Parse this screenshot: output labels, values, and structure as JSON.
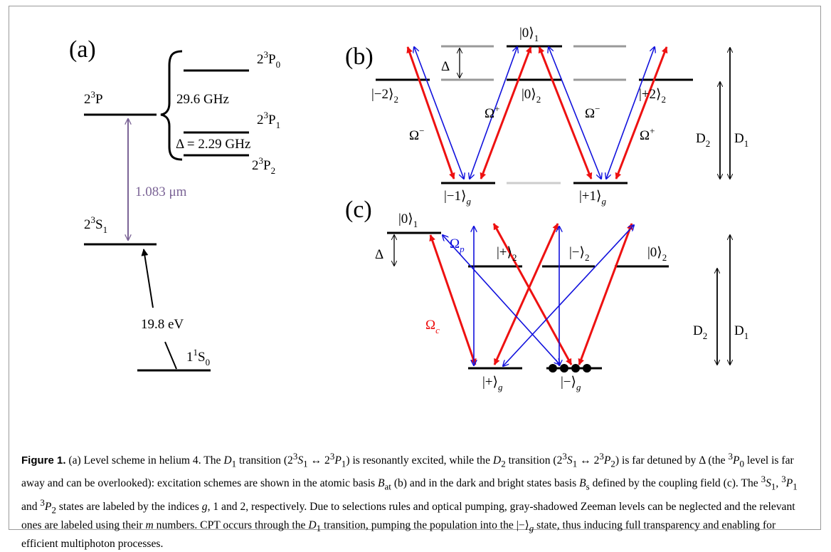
{
  "panel_labels": {
    "a": "(a)",
    "b": "(b)",
    "c": "(c)"
  },
  "panel_a": {
    "level_2P": "2",
    "level_2P_sup": "3",
    "level_2P_main": "P",
    "level_2S1_base": "2",
    "level_2S1_sup": "3",
    "level_2S1_main": "S",
    "level_2S1_sub": "1",
    "level_P0_base": "2",
    "level_P0_sup": "3",
    "level_P0_main": "P",
    "level_P0_sub": "0",
    "level_P1_base": "2",
    "level_P1_sup": "3",
    "level_P1_main": "P",
    "level_P1_sub": "1",
    "level_P2_base": "2",
    "level_P2_sup": "3",
    "level_P2_main": "P",
    "level_P2_sub": "2",
    "level_S0_base": "1",
    "level_S0_sup": "1",
    "level_S0_main": "S",
    "level_S0_sub": "0",
    "splitting": "29.6 GHz",
    "delta": "Δ = 2.29 GHz",
    "wavelength": "1.083 μm",
    "energy": "19.8 eV"
  },
  "panel_b": {
    "state_0_1": "|0⟩",
    "state_0_1_sub": "1",
    "state_m2_2": "|−2⟩",
    "state_m2_2_sub": "2",
    "state_0_2": "|0⟩",
    "state_0_2_sub": "2",
    "state_p2_2": "|+2⟩",
    "state_p2_2_sub": "2",
    "state_m1_g": "|−1⟩",
    "state_p1_g": "|+1⟩",
    "g_sub": "g",
    "delta": "Δ",
    "omega_minus_1": "Ω",
    "omega_minus_1_sup": "−",
    "omega_plus_1": "Ω",
    "omega_plus_1_sup": "+",
    "omega_minus_2": "Ω",
    "omega_minus_2_sup": "−",
    "omega_plus_2": "Ω",
    "omega_plus_2_sup": "+",
    "D2": "D",
    "D2_sub": "2",
    "D1": "D",
    "D1_sub": "1"
  },
  "panel_c": {
    "state_0_1": "|0⟩",
    "state_0_1_sub": "1",
    "state_plus_2": "|+⟩",
    "state_plus_2_sub": "2",
    "state_minus_2": "|−⟩",
    "state_minus_2_sub": "2",
    "state_0_2": "|0⟩",
    "state_0_2_sub": "2",
    "state_plus_g": "|+⟩",
    "state_minus_g": "|−⟩",
    "g_sub": "g",
    "delta": "Δ",
    "omega_p": "Ω",
    "omega_p_sub": "p",
    "omega_c": "Ω",
    "omega_c_sub": "c",
    "D2": "D",
    "D2_sub": "2",
    "D1": "D",
    "D1_sub": "1"
  },
  "caption": {
    "label": "Figure 1.",
    "t1": " (a) Level scheme in helium 4. The ",
    "t2": "D",
    "t3": "1",
    "t4": " transition (2",
    "t5": "3",
    "t6": "S",
    "t7": "1",
    "t8": " ↔ 2",
    "t9": "3",
    "t10": "P",
    "t11": "1",
    "t12": ") is resonantly excited, while the ",
    "t13": "D",
    "t14": "2",
    "t15": " transition (2",
    "t16": "3",
    "t17": "S",
    "t18": "1",
    "t19": " ↔ 2",
    "t20": "3",
    "t21": "P",
    "t22": "2",
    "t23": ") is far detuned by Δ (the ",
    "t24": "3",
    "t25": "P",
    "t26": "0",
    "t27": " level is far away and can be overlooked): excitation schemes are shown in the atomic basis ",
    "t28": "B",
    "t29": "at",
    "t30": " (b) and in the dark and bright states basis ",
    "t31": "B",
    "t32": "s",
    "t33": " defined by the coupling field (c). The ",
    "t34": "3",
    "t35": "S",
    "t36": "1",
    "t37": ", ",
    "t38": "3",
    "t39": "P",
    "t40": "1",
    "t41": " and ",
    "t42": "3",
    "t43": "P",
    "t44": "2",
    "t45": " states are labeled by the indices ",
    "t46": "g",
    "t47": ", 1 and 2, respectively. Due to selections rules and optical pumping, gray-shadowed Zeeman levels can be neglected and the relevant ones are labeled using their ",
    "t48": "m",
    "t49": " numbers. CPT occurs through the ",
    "t50": "D",
    "t51": "1",
    "t52": " transition, pumping the population into the |−⟩",
    "t53": "g",
    "t54": " state, thus inducing full transparency and enabling for efficient multiphoton processes."
  },
  "colors": {
    "red": "#ee1111",
    "blue": "#1111dd",
    "purple": "#7b6496",
    "gray": "#999999",
    "lightgray": "#cccccc"
  }
}
